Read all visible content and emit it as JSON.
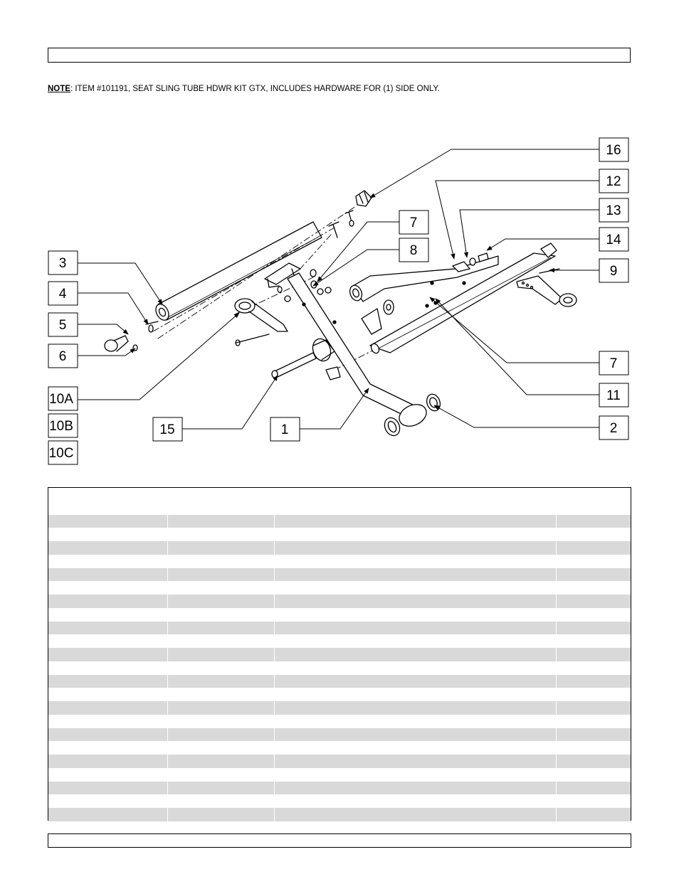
{
  "header": {
    "text": ""
  },
  "note": {
    "label": "NOTE",
    "text": ": ITEM #101191, SEAT SLING TUBE HDWR KIT GTX, INCLUDES HARDWARE FOR (1) SIDE ONLY."
  },
  "callouts": {
    "c1": "1",
    "c2": "2",
    "c3": "3",
    "c4": "4",
    "c5": "5",
    "c6": "6",
    "c7a": "7",
    "c7b": "7",
    "c8": "8",
    "c9": "9",
    "c10a": "10A",
    "c10b": "10B",
    "c10c": "10C",
    "c11": "11",
    "c12": "12",
    "c13": "13",
    "c14": "14",
    "c15": "15",
    "c16": "16"
  },
  "parts_table": {
    "columns": [
      "",
      "",
      "",
      ""
    ],
    "rows": 25
  },
  "footer": {
    "text": ""
  },
  "colors": {
    "row_shade": "#d9d9d9",
    "line": "#000000"
  }
}
